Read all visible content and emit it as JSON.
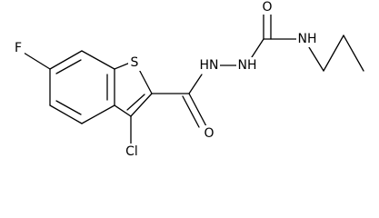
{
  "molecule": {
    "atom_labels": {
      "fluorine": "F",
      "sulfur": "S",
      "chlorine": "Cl",
      "carbonyl_oxygen_left": "O",
      "hydrazine_nh_1": "HN",
      "hydrazine_nh_2": "NH",
      "carbonyl_oxygen_top": "O",
      "amide_nh": "NH"
    }
  }
}
